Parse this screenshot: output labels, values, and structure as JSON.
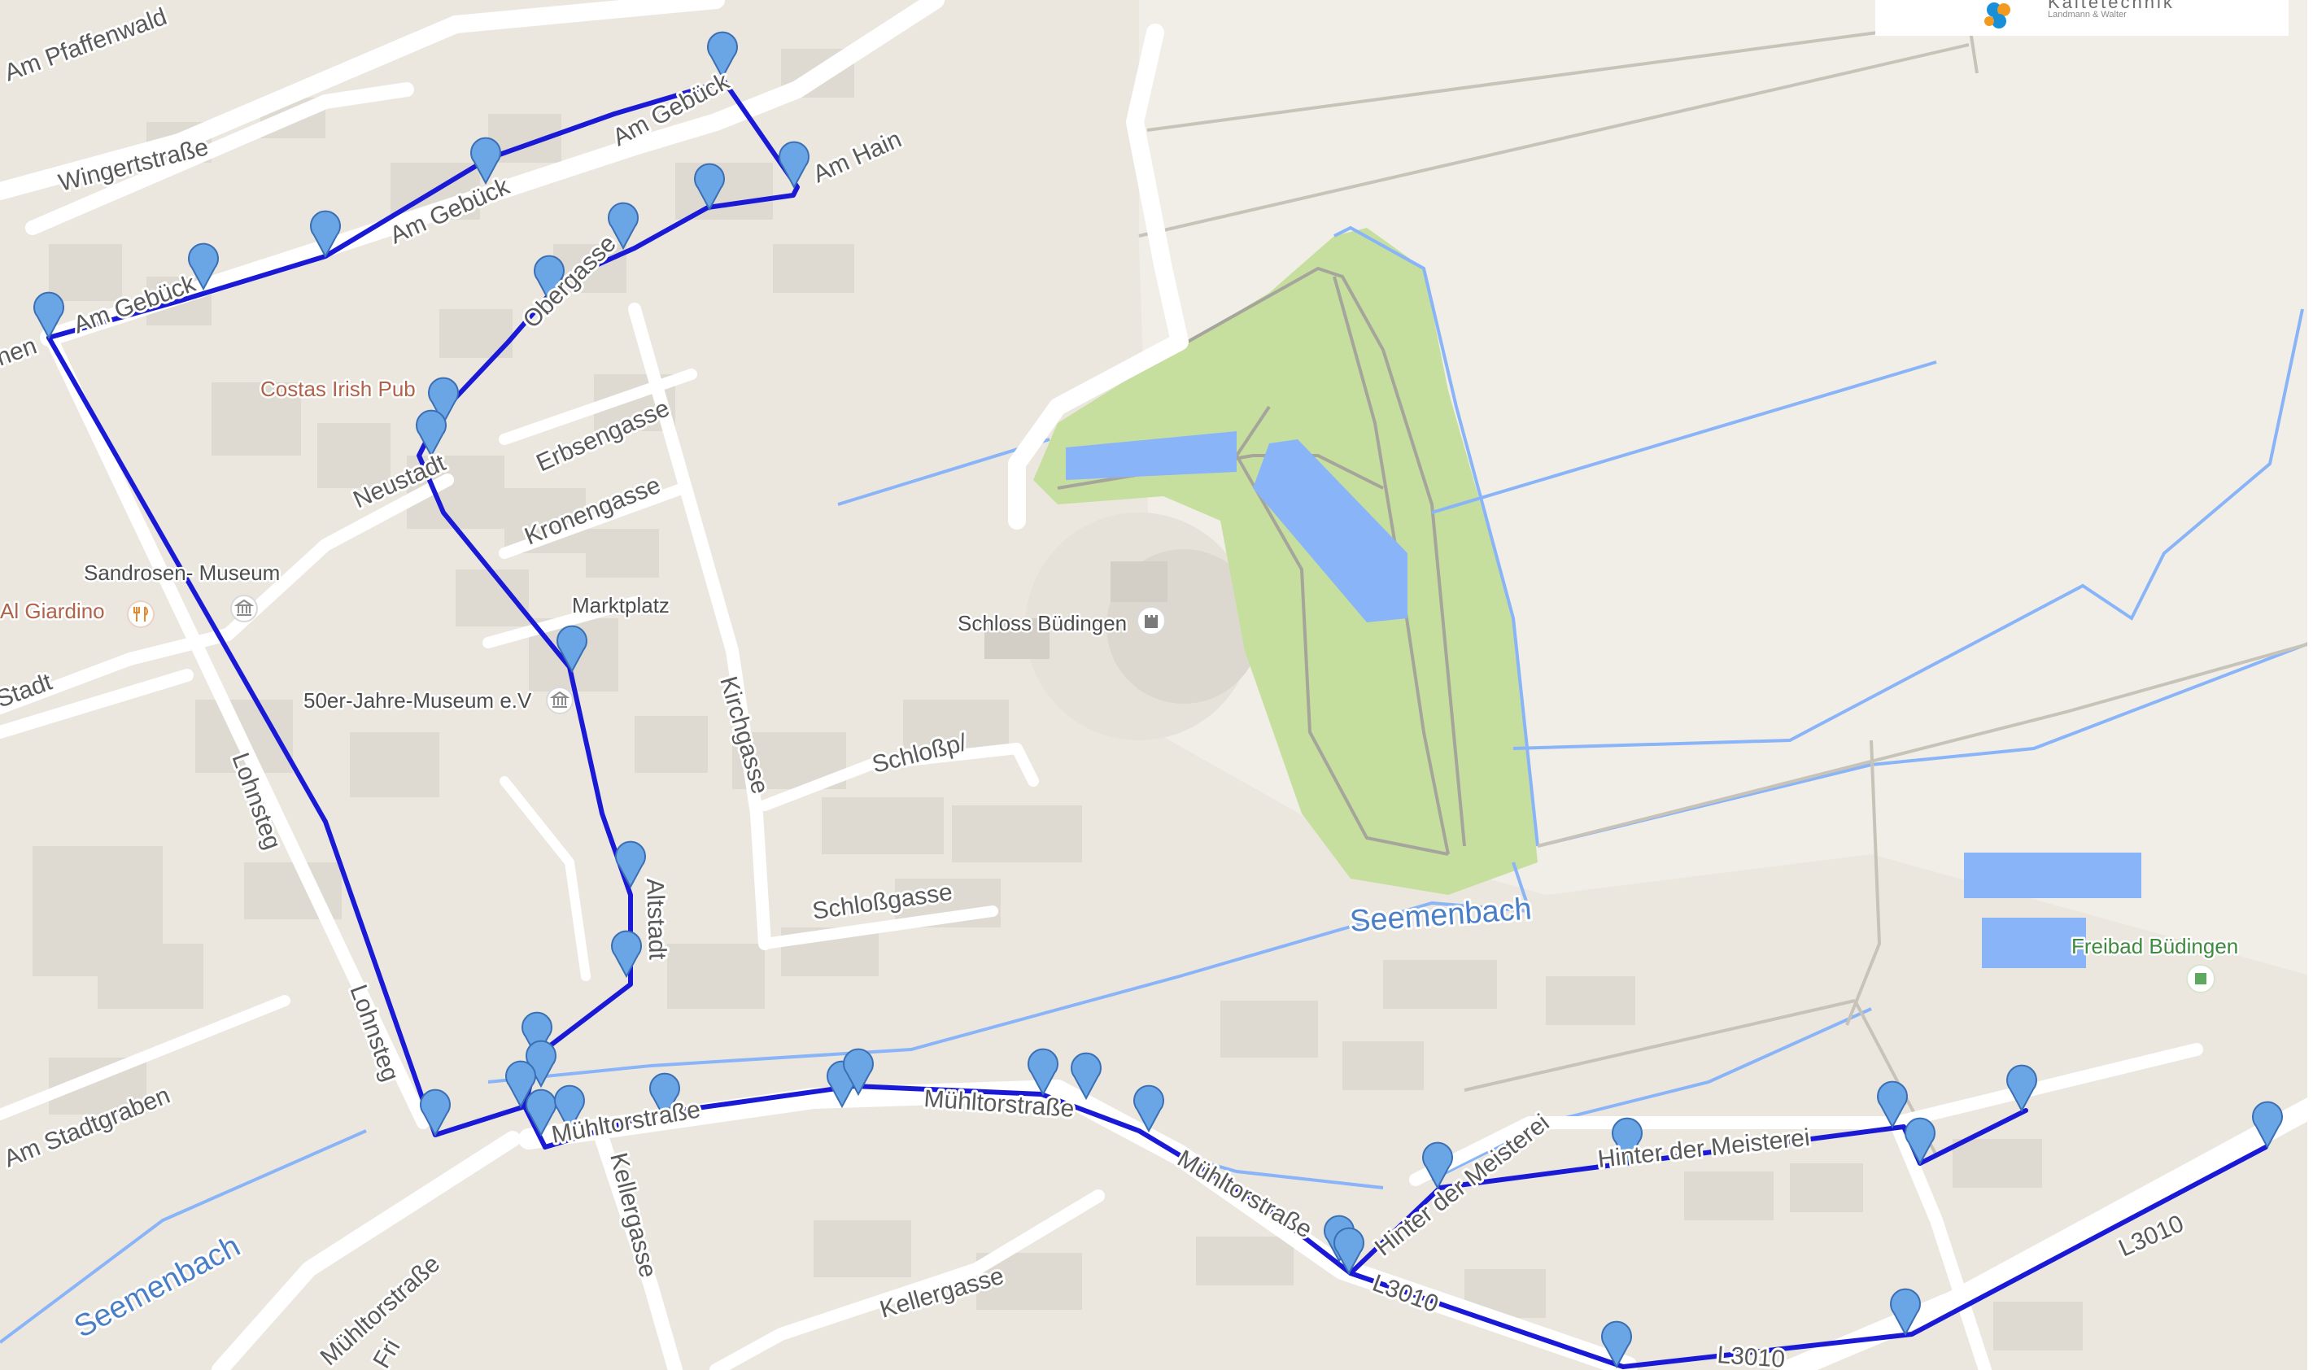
{
  "map": {
    "route_color": "#1a1ad6",
    "marker_color": "#6aa5e6",
    "water_color": "#8ab4f8",
    "park_color": "#c6df9f",
    "street_labels": [
      "Am Pfaffenwald",
      "Wingertstraße",
      "Am Gebück",
      "Am Gebück",
      "Am Gebück",
      "Am Hain",
      "Obergasse",
      "Erbsengasse",
      "Neustadt",
      "Kronengasse",
      "Kirchgasse",
      "Lohnsteg",
      "Lohnsteg",
      "Schloßp/",
      "Schloßgasse",
      "Altstadt",
      "Mühltorstraße",
      "Mühltorstraße",
      "Mühltorstraße",
      "Mühltorstraße",
      "Kellergasse",
      "Kellergasse",
      "Hinter der Meisterei",
      "Hinter der Meisterei",
      "L3010",
      "L3010",
      "L3010",
      "Am Stadtgraben",
      "Stadt",
      "hen",
      "Fri"
    ],
    "water_labels": [
      "Seemenbach",
      "Seemenbach"
    ],
    "pois": [
      {
        "name": "Costas Irish Pub",
        "kind": "food"
      },
      {
        "name": "Sandrosen- Museum",
        "kind": "museum"
      },
      {
        "name": "Al Giardino",
        "kind": "food"
      },
      {
        "name": "Marktplatz",
        "kind": "place"
      },
      {
        "name": "50er-Jahre-Museum e.V",
        "kind": "museum"
      },
      {
        "name": "Schloss Büdingen",
        "kind": "castle"
      },
      {
        "name": "Freibad Büdingen",
        "kind": "park"
      }
    ]
  },
  "logo": {
    "title": "Kältetechnik",
    "subtitle": "Landmann & Walter"
  }
}
